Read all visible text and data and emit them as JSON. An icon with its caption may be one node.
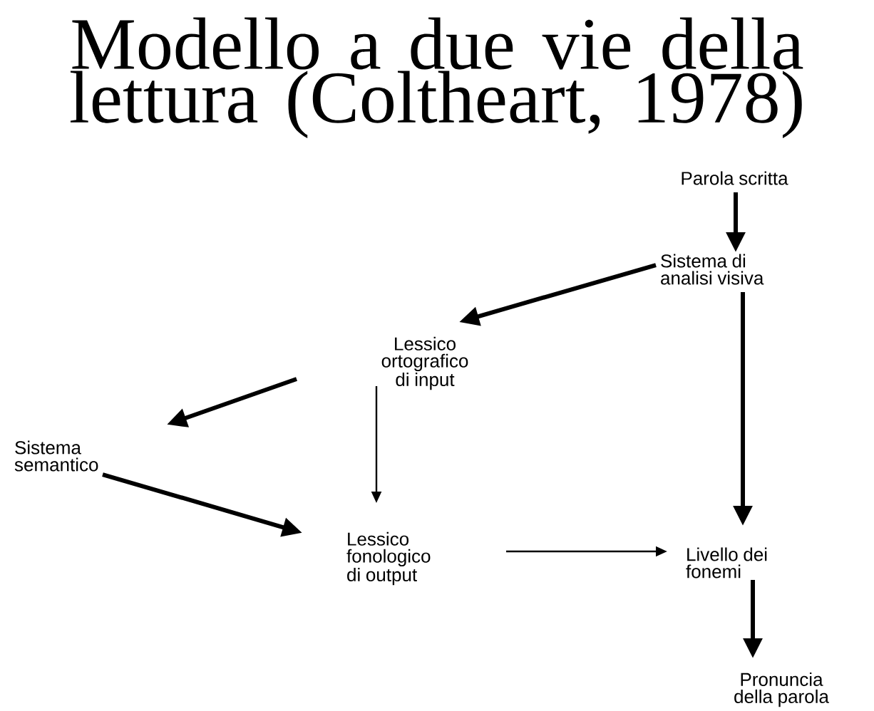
{
  "diagram": {
    "title": "Modello a due vie della lettura (Coltheart, 1978)",
    "nodes": [
      {
        "text": [
          "Parola scritta"
        ]
      },
      {
        "text": [
          "Sistema di analisi visiva"
        ]
      },
      {
        "text": [
          "Lessico ortografico di input"
        ]
      },
      {
        "text": [
          "Sistema semantico"
        ]
      },
      {
        "text": [
          "Lessico fonologico di output"
        ]
      },
      {
        "text": [
          "Livello dei fonemi"
        ]
      },
      {
        "text": [
          "Pronuncia della parola"
        ]
      }
    ],
    "edges": [
      {
        "from": 0,
        "to": 1,
        "arrow": "to"
      },
      {
        "from": 1,
        "to": 2,
        "arrow": "to"
      },
      {
        "from": 1,
        "to": 5,
        "arrow": "to"
      },
      {
        "from": 2,
        "to": 3,
        "arrow": "to"
      },
      {
        "from": 2,
        "to": 4,
        "arrow": "to"
      },
      {
        "from": 3,
        "to": 4,
        "arrow": "to"
      },
      {
        "from": 4,
        "to": 5,
        "arrow": "to"
      },
      {
        "from": 5,
        "to": 6,
        "arrow": "to"
      }
    ]
  }
}
